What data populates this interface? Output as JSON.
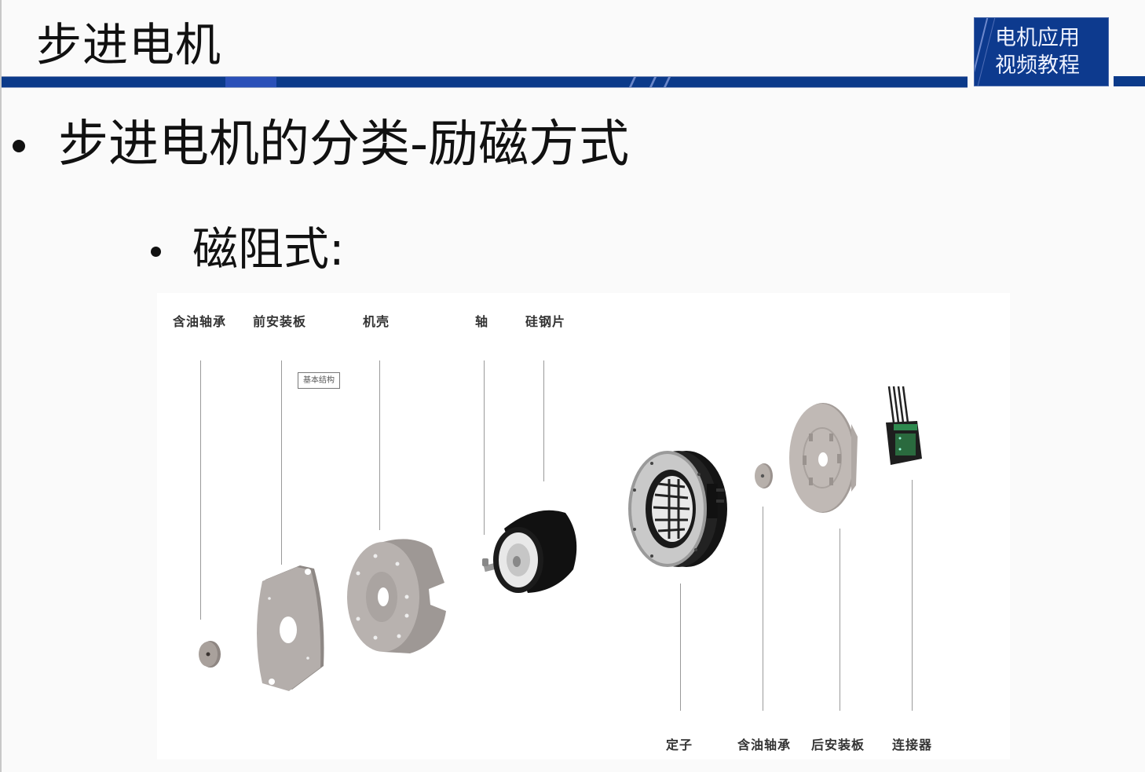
{
  "slide": {
    "title": "步进电机",
    "badge": {
      "line1": "电机应用",
      "line2": "视频教程"
    },
    "colors": {
      "accent": "#0b3a8a",
      "background": "#fafafa",
      "text": "#111111"
    },
    "bullets": [
      {
        "level": 1,
        "text": "步进电机的分类-励磁方式"
      },
      {
        "level": 2,
        "text": "磁阻式:"
      }
    ]
  },
  "figure": {
    "caption_box": "基本结构",
    "top_labels": [
      {
        "text": "含油轴承",
        "part": "oil-bearing-front"
      },
      {
        "text": "前安装板",
        "part": "front-mounting-plate"
      },
      {
        "text": "机壳",
        "part": "housing"
      },
      {
        "text": "轴",
        "part": "shaft"
      },
      {
        "text": "硅钢片",
        "part": "silicon-steel-rotor"
      }
    ],
    "bottom_labels": [
      {
        "text": "定子",
        "part": "stator"
      },
      {
        "text": "含油轴承",
        "part": "oil-bearing-rear"
      },
      {
        "text": "后安装板",
        "part": "rear-mounting-plate"
      },
      {
        "text": "连接器",
        "part": "connector"
      }
    ]
  }
}
